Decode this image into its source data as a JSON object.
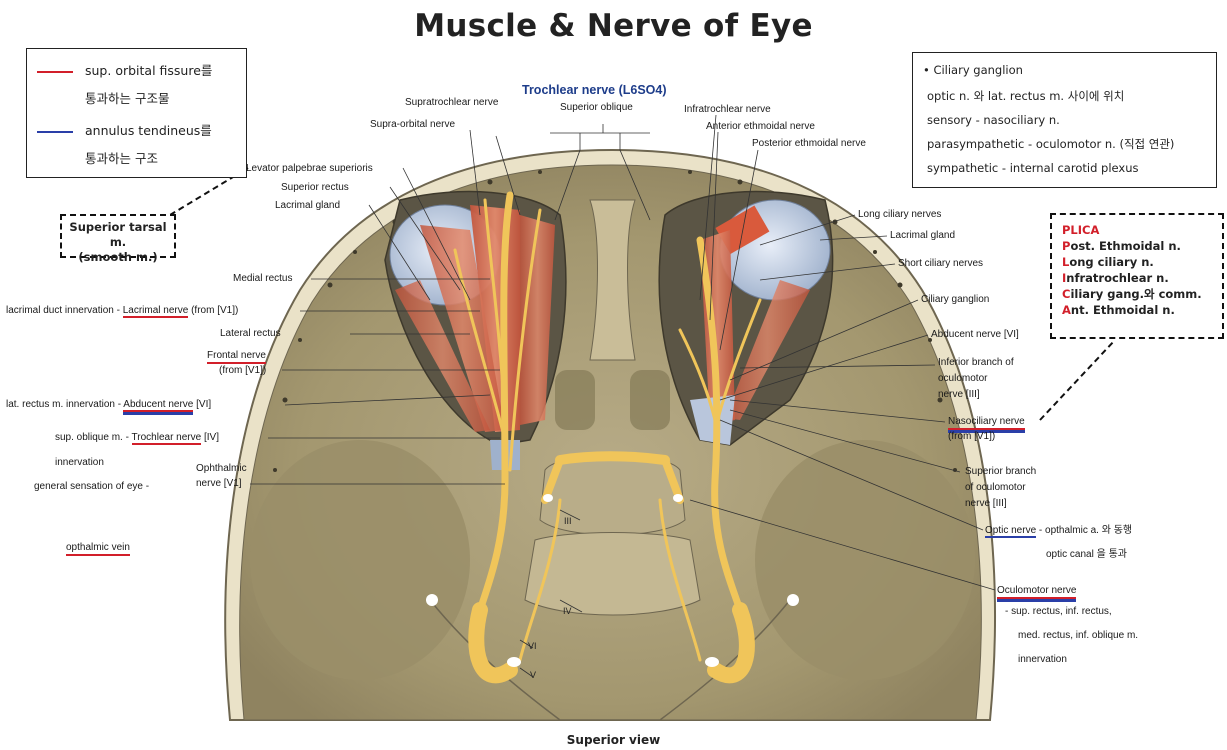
{
  "title": "Muscle & Nerve of Eye",
  "subtitle": "Superior view",
  "legend": {
    "red_label_1": "sup. orbital fissure를",
    "red_label_2": "통과하는 구조물",
    "blue_label_1": "annulus tendineus를",
    "blue_label_2": "통과하는 구조",
    "red_color": "#d21f2a",
    "blue_color": "#2a3fa8"
  },
  "superior_tarsal": {
    "line1": "Superior tarsal m.",
    "line2": "(smooth m.)"
  },
  "ciliary_info": {
    "heading": "• Ciliary ganglion",
    "line1": "optic n. 와 lat. rectus m. 사이에 위치",
    "line2": "sensory - nasociliary n.",
    "line3": "parasympathetic - oculomotor n. (직접 연관)",
    "line4": "sympathetic - internal carotid plexus"
  },
  "plica": {
    "heading": "PLICA",
    "items": [
      {
        "cap": "P",
        "rest": "ost. Ethmoidal n."
      },
      {
        "cap": "L",
        "rest": "ong ciliary n."
      },
      {
        "cap": "I",
        "rest": "nfratrochlear n."
      },
      {
        "cap": "C",
        "rest": "iliary gang.와 comm."
      },
      {
        "cap": "A",
        "rest": "nt. Ethmoidal n."
      }
    ]
  },
  "top_labels": {
    "trochlear_title": "Trochlear nerve (L6SO4)",
    "superior_oblique": "Superior oblique",
    "supratrochlear": "Supratrochlear nerve",
    "supraorbital": "Supra-orbital nerve",
    "infratrochlear": "Infratrochlear nerve",
    "anterior_ethmoidal": "Anterior ethmoidal nerve",
    "posterior_ethmoidal": "Posterior ethmoidal nerve"
  },
  "left_labels": {
    "levator": "Levator palpebrae superioris",
    "superior_rectus": "Superior rectus",
    "lacrimal_gland": "Lacrimal gland",
    "medial_rectus": "Medial rectus",
    "lacrimal_prefix": "lacrimal duct innervation - ",
    "lacrimal_nerve": "Lacrimal nerve",
    "lacrimal_suffix": " (from [V1])",
    "lateral_rectus": "Lateral rectus",
    "frontal_nerve": "Frontal nerve",
    "frontal_from": "(from [V1])",
    "abducent_prefix": "lat. rectus m. innervation - ",
    "abducent_nerve": "Abducent nerve",
    "abducent_suffix": " [VI]",
    "trochlear_prefix": "sup. oblique m. - ",
    "trochlear_nerve": "Trochlear nerve",
    "trochlear_suffix": " [IV]",
    "innervation": "innervation",
    "ophthalmic_1": "Ophthalmic",
    "ophthalmic_2": "nerve [V1]",
    "general_sensation": "general sensation of eye -",
    "ophthalmic_vein": "opthalmic vein"
  },
  "right_labels": {
    "long_ciliary": "Long ciliary nerves",
    "lacrimal_gland": "Lacrimal gland",
    "short_ciliary": "Short ciliary nerves",
    "ciliary_ganglion": "Ciliary ganglion",
    "abducent": "Abducent nerve [VI]",
    "inferior_branch_1": "Inferior branch of",
    "inferior_branch_2": "oculomotor",
    "inferior_branch_3": "nerve [III]",
    "nasociliary": "Nasociliary nerve",
    "nasociliary_from": "(from [V1])",
    "superior_branch_1": "Superior branch",
    "superior_branch_2": "of oculomotor",
    "superior_branch_3": "nerve [III]",
    "optic_nerve": "Optic nerve",
    "optic_desc_1": " - opthalmic a. 와 동행",
    "optic_desc_2": "optic canal 을 통과",
    "oculomotor": "Oculomotor nerve",
    "oculomotor_desc_1": "- sup. rectus,  inf. rectus,",
    "oculomotor_desc_2": "med. rectus, inf. oblique m.",
    "oculomotor_desc_3": "innervation"
  },
  "roman": {
    "iii": "III",
    "iv": "IV",
    "vi": "VI",
    "v": "V"
  }
}
